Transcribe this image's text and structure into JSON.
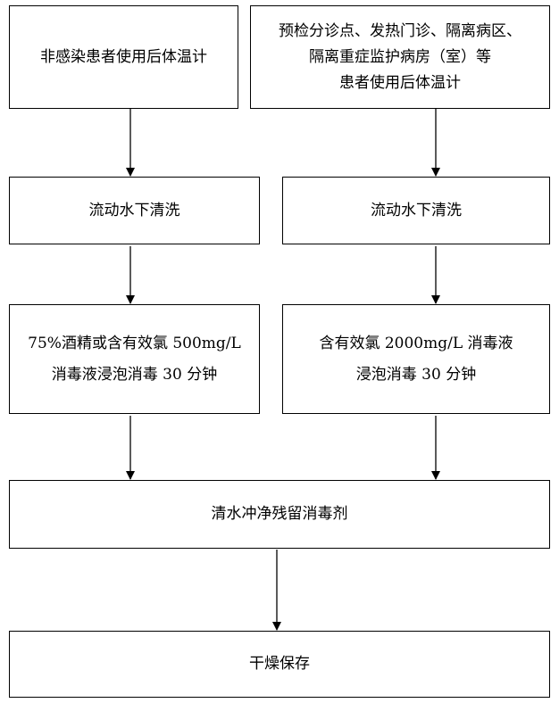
{
  "boxes": {
    "b1": {
      "lines": [
        "非感染患者使用后体温计"
      ]
    },
    "b2": {
      "lines": [
        "预检分诊点、发热门诊、隔离病区、",
        "隔离重症监护病房（室）等",
        "患者使用后体温计"
      ]
    },
    "b3": {
      "lines": [
        "流动水下清洗"
      ]
    },
    "b4": {
      "lines": [
        "流动水下清洗"
      ]
    },
    "b5": {
      "lines": [
        "75%酒精或含有效氯 500mg/L",
        "消毒液浸泡消毒 30 分钟"
      ]
    },
    "b6": {
      "lines": [
        "含有效氯 2000mg/L 消毒液",
        "浸泡消毒 30 分钟"
      ]
    },
    "b7": {
      "lines": [
        "清水冲净残留消毒剂"
      ]
    },
    "b8": {
      "lines": [
        "干燥保存"
      ]
    }
  }
}
